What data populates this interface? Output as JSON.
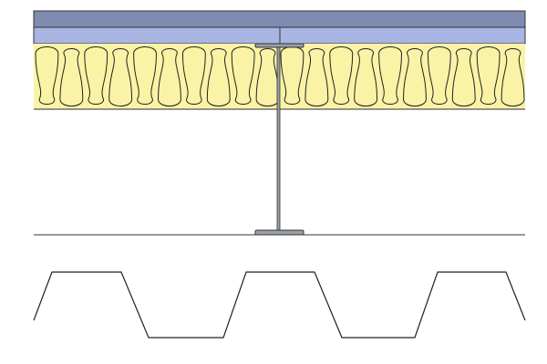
{
  "diagram": {
    "subject": "roof-build-up-section",
    "colors": {
      "top_layer": "#7f8cb0",
      "second_layer": "#a9b5e2",
      "insulation": "#faf3a6",
      "outline": "#333333",
      "steel": "#9aa0a6"
    },
    "insulation_cells": 20,
    "deck_ribs": 3
  }
}
